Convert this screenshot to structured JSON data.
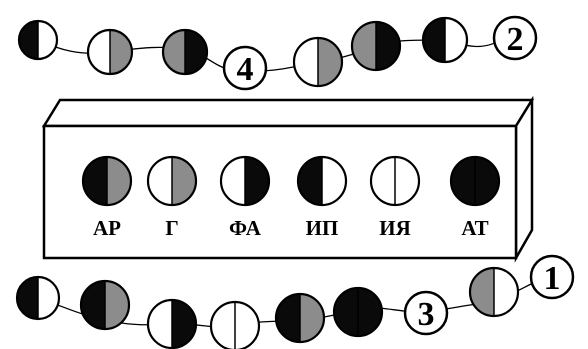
{
  "box_labels": [
    {
      "text": "АР",
      "pattern": "dark-left-grey-right"
    },
    {
      "text": "Г",
      "pattern": "white-left-grey-right"
    },
    {
      "text": "ФА",
      "pattern": "white-left-dark-right"
    },
    {
      "text": "ИП",
      "pattern": "dark-left-white-right"
    },
    {
      "text": "ИЯ",
      "pattern": "white-left-white-right"
    },
    {
      "text": "АТ",
      "pattern": "dark-left-dark-right"
    }
  ],
  "numbers": [
    "4",
    "2",
    "3",
    "1"
  ],
  "colors": {
    "dark": "#0a0a0a",
    "grey": "#8c8c8c",
    "white": "#ffffff",
    "line": "#000000"
  }
}
